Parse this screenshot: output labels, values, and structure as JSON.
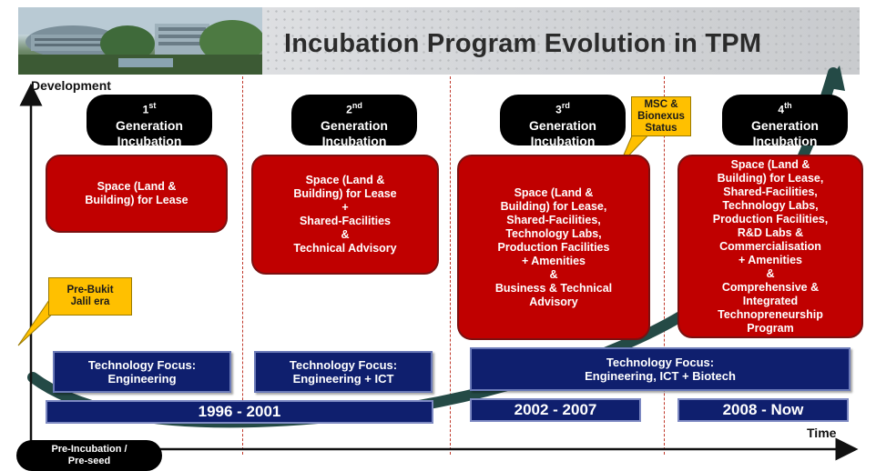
{
  "header": {
    "title": "Incubation Program Evolution in TPM"
  },
  "axes": {
    "y_label": "Development",
    "x_label": "Time"
  },
  "generations": [
    {
      "ordinal": "1",
      "suffix": "st",
      "line1": "Generation",
      "line2": "Incubation"
    },
    {
      "ordinal": "2",
      "suffix": "nd",
      "line1": "Generation",
      "line2": "Incubation"
    },
    {
      "ordinal": "3",
      "suffix": "rd",
      "line1": "Generation",
      "line2": "Incubation"
    },
    {
      "ordinal": "4",
      "suffix": "th",
      "line1": "Generation",
      "line2": "Incubation"
    }
  ],
  "offerings": [
    "Space (Land &\nBuilding) for Lease",
    "Space (Land &\nBuilding) for Lease\n+\nShared-Facilities\n&\nTechnical Advisory",
    "Space (Land &\nBuilding) for Lease,\nShared-Facilities,\nTechnology Labs,\nProduction Facilities\n+ Amenities\n&\nBusiness & Technical\nAdvisory",
    "Space (Land &\nBuilding) for Lease,\nShared-Facilities,\nTechnology Labs,\nProduction Facilities,\nR&D Labs &\nCommercialisation\n+ Amenities\n&\nComprehensive &\nIntegrated\nTechnopreneurship\nProgram"
  ],
  "tech_focus": [
    "Technology Focus:\nEngineering",
    "Technology Focus:\nEngineering + ICT",
    "Technology Focus:\nEngineering, ICT + Biotech"
  ],
  "periods": [
    "1996 - 2001",
    "2002 - 2007",
    "2008 - Now"
  ],
  "callouts": {
    "pre_bukit": "Pre-Bukit\nJalil era",
    "msc": "MSC &\nBionexus\nStatus"
  },
  "pre_incubation": "Pre-Incubation /\nPre-seed",
  "colors": {
    "red": "#c00000",
    "navy": "#0f1f6e",
    "callout": "#ffc000",
    "curve": "#244a46"
  }
}
